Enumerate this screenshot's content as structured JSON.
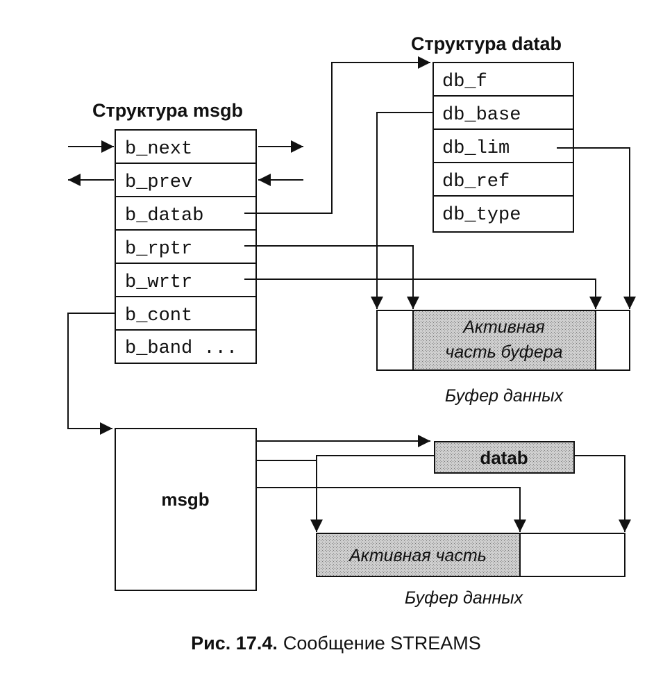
{
  "msgb_struct": {
    "title": "Структура msgb",
    "fields": [
      "b_next",
      "b_prev",
      "b_datab",
      "b_rptr",
      "b_wrtr",
      "b_cont",
      "b_band ..."
    ]
  },
  "datab_struct": {
    "title": "Структура datab",
    "fields": [
      "db_f",
      "db_base",
      "db_lim",
      "db_ref",
      "db_type"
    ]
  },
  "buffer1": {
    "active_line1": "Активная",
    "active_line2": "часть буфера",
    "label": "Буфер данных"
  },
  "msgb2": {
    "label": "msgb"
  },
  "datab2": {
    "label": "datab"
  },
  "buffer2": {
    "active": "Активная часть",
    "label": "Буфер данных"
  },
  "caption": {
    "number": "Рис. 17.4.",
    "text": "Сообщение STREAMS"
  },
  "colors": {
    "ink": "#111111",
    "shade": "#c8c8c8",
    "background": "#ffffff"
  }
}
